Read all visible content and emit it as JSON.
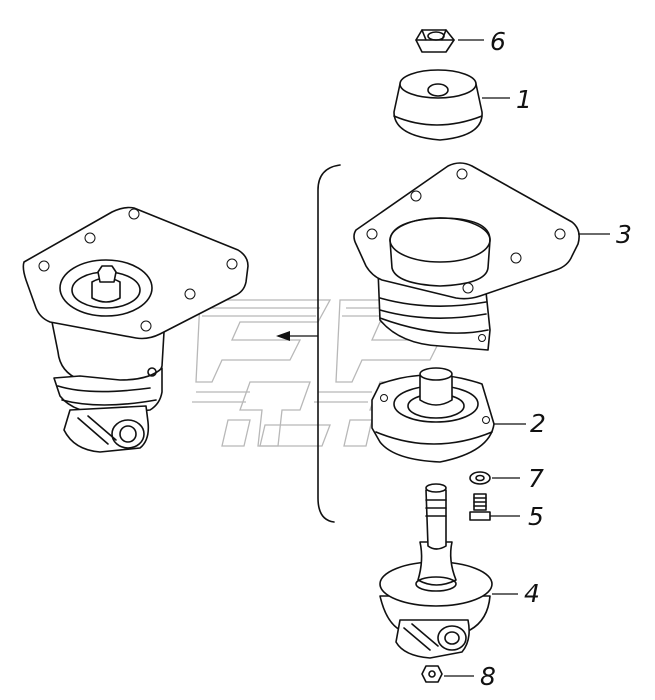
{
  "diagram": {
    "callouts": [
      {
        "id": "callout-6",
        "label": "6"
      },
      {
        "id": "callout-1",
        "label": "1"
      },
      {
        "id": "callout-3",
        "label": "3"
      },
      {
        "id": "callout-2",
        "label": "2"
      },
      {
        "id": "callout-7",
        "label": "7"
      },
      {
        "id": "callout-5",
        "label": "5"
      },
      {
        "id": "callout-4",
        "label": "4"
      },
      {
        "id": "callout-8",
        "label": "8"
      }
    ]
  }
}
